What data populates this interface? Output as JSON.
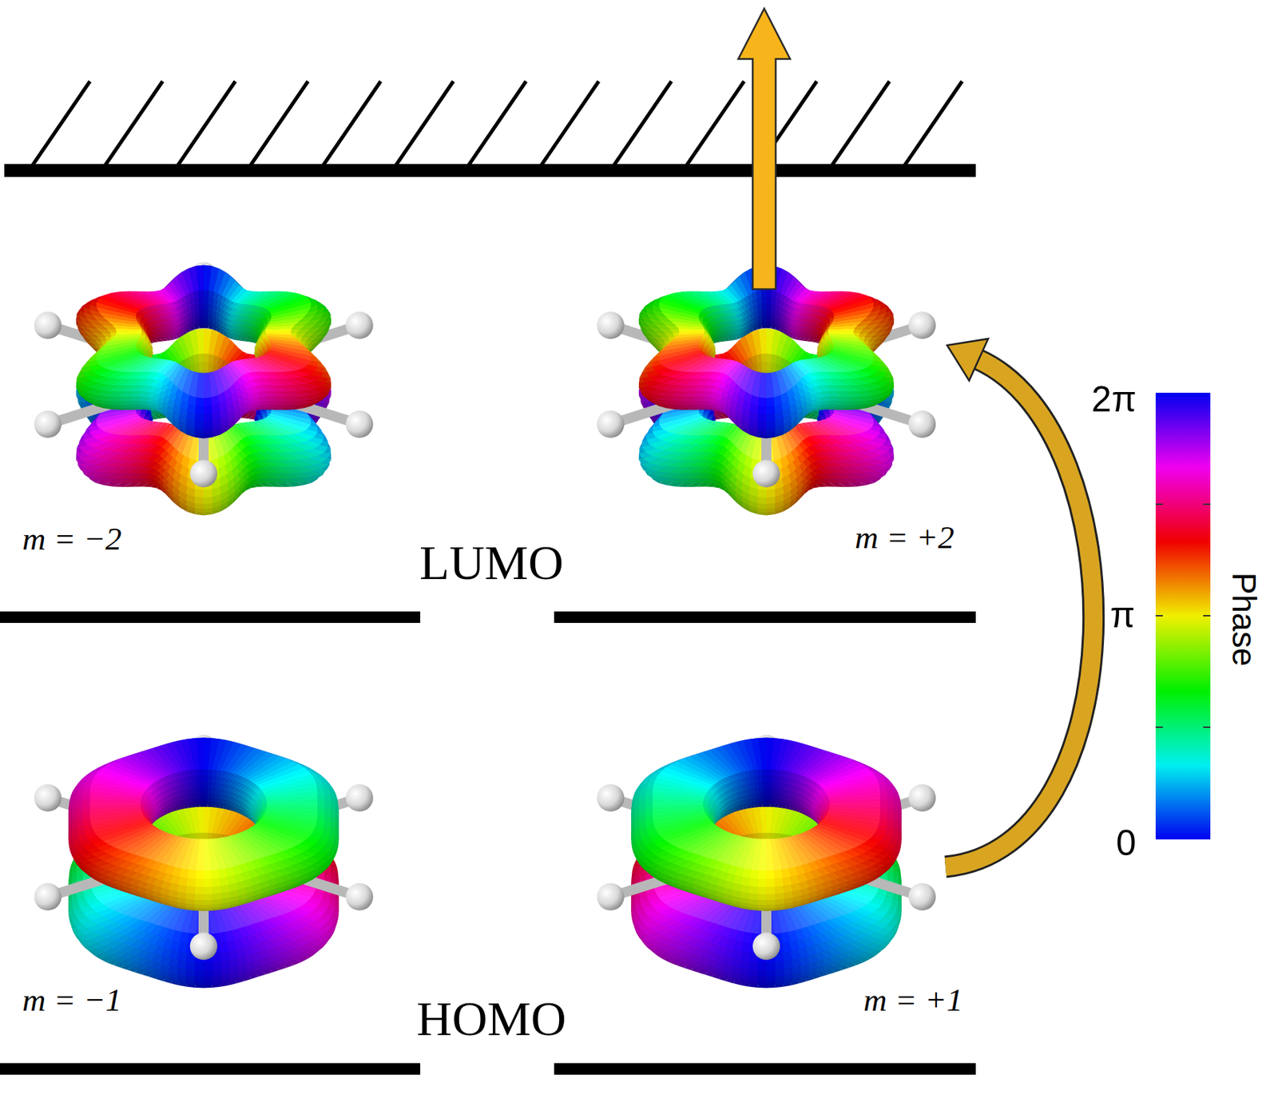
{
  "diagram": {
    "labels": [
      "m = −2",
      "LUMO",
      "m = +2",
      "m = −1",
      "HOMO",
      "m = +1",
      "2π",
      "π",
      "0",
      "Phase"
    ]
  }
}
